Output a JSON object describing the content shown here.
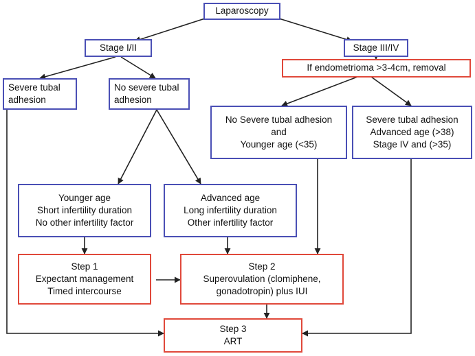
{
  "colors": {
    "blue_border": "#4a4fb5",
    "red_border": "#e0483a",
    "arrow": "#222222"
  },
  "nodes": {
    "laparoscopy": {
      "lines": [
        "Laparoscopy"
      ]
    },
    "stage_1_2": {
      "lines": [
        "Stage I/II"
      ]
    },
    "stage_3_4": {
      "lines": [
        "Stage III/IV"
      ]
    },
    "endometrioma": {
      "lines": [
        "If endometrioma >3-4cm, removal"
      ]
    },
    "severe_tubal": {
      "lines": [
        "Severe tubal",
        "adhesion"
      ]
    },
    "no_severe_tubal": {
      "lines": [
        "No severe tubal",
        "adhesion"
      ]
    },
    "no_severe_younger": {
      "lines": [
        "No Severe tubal adhesion",
        "and",
        "Younger age (<35)"
      ]
    },
    "severe_advanced": {
      "lines": [
        "Severe tubal adhesion",
        "Advanced age (>38)",
        "Stage IV and (>35)"
      ]
    },
    "younger_age": {
      "lines": [
        "Younger age",
        "Short infertility duration",
        "No other infertility factor"
      ]
    },
    "advanced_age": {
      "lines": [
        "Advanced age",
        "Long infertility duration",
        "Other infertility factor"
      ]
    },
    "step1": {
      "lines": [
        "Step 1",
        "Expectant management",
        "Timed intercourse"
      ]
    },
    "step2": {
      "lines": [
        "Step 2",
        "Superovulation (clomiphene,",
        "gonadotropin) plus IUI"
      ]
    },
    "step3": {
      "lines": [
        "Step 3",
        "ART"
      ]
    }
  },
  "edges": [
    [
      "laparoscopy",
      "stage_1_2"
    ],
    [
      "laparoscopy",
      "stage_3_4"
    ],
    [
      "stage_3_4",
      "endometrioma"
    ],
    [
      "stage_1_2",
      "severe_tubal"
    ],
    [
      "stage_1_2",
      "no_severe_tubal"
    ],
    [
      "endometrioma",
      "no_severe_younger"
    ],
    [
      "endometrioma",
      "severe_advanced"
    ],
    [
      "no_severe_tubal",
      "younger_age"
    ],
    [
      "no_severe_tubal",
      "advanced_age"
    ],
    [
      "younger_age",
      "step1"
    ],
    [
      "advanced_age",
      "step2"
    ],
    [
      "no_severe_younger",
      "step2"
    ],
    [
      "step1",
      "step2"
    ],
    [
      "step2",
      "step3"
    ],
    [
      "severe_tubal",
      "step3"
    ],
    [
      "severe_advanced",
      "step3"
    ]
  ]
}
